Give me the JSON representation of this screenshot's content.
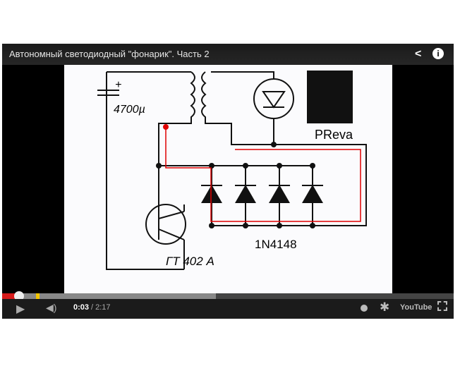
{
  "video": {
    "title": "Автономный светодиодный \"фонарик\". Часть 2",
    "current_time": "0:03",
    "duration": "/ 2:17",
    "progress_percent": 2.2,
    "loaded_percent": 47
  },
  "circuit": {
    "capacitor_label": "4700µ",
    "capacitor_polarity": "+",
    "transistor_label": "ГТ 402 А",
    "diode_label": "1N4148",
    "author": "PReva"
  },
  "icons": [
    "share-icon",
    "info-icon",
    "play-icon",
    "volume-icon",
    "watch-later-icon",
    "settings-icon",
    "youtube-logo",
    "fullscreen-icon"
  ],
  "logo": "YouTube",
  "colors": {
    "progress": "#d61a1a",
    "ad_marker": "#f2c500",
    "trace": "#e00000"
  }
}
